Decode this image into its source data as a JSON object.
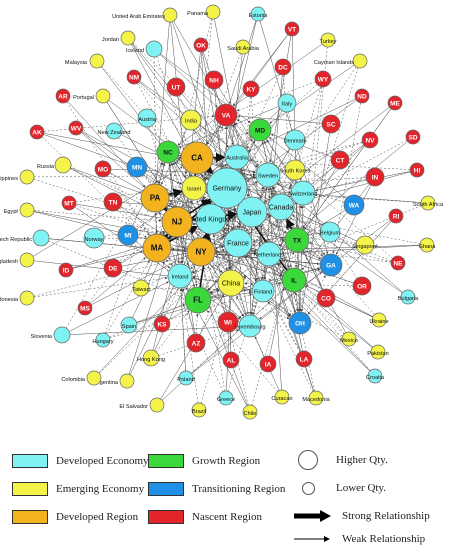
{
  "colors": {
    "developed_economy": "#7ff3f3",
    "emerging_economy": "#f3f34a",
    "developed_region": "#f2b31f",
    "growth_region": "#3ad83a",
    "transitioning_region": "#1e90e6",
    "nascent_region": "#e2242b"
  },
  "nodes": [
    {
      "label": "Germany",
      "group": "developed_economy"
    },
    {
      "label": "United Kingdom",
      "group": "developed_economy"
    },
    {
      "label": "Japan",
      "group": "developed_economy"
    },
    {
      "label": "France",
      "group": "developed_economy"
    },
    {
      "label": "Canada",
      "group": "developed_economy"
    },
    {
      "label": "Australia",
      "group": "developed_economy"
    },
    {
      "label": "Sweden",
      "group": "developed_economy"
    },
    {
      "label": "Switzerland",
      "group": "developed_economy"
    },
    {
      "label": "Netherlands",
      "group": "developed_economy"
    },
    {
      "label": "Ireland",
      "group": "developed_economy"
    },
    {
      "label": "Finland",
      "group": "developed_economy"
    },
    {
      "label": "Luxembourg",
      "group": "developed_economy"
    },
    {
      "label": "Belgium",
      "group": "developed_economy"
    },
    {
      "label": "Norway",
      "group": "developed_economy"
    },
    {
      "label": "Denmark",
      "group": "developed_economy"
    },
    {
      "label": "Italy",
      "group": "developed_economy"
    },
    {
      "label": "Austria",
      "group": "developed_economy"
    },
    {
      "label": "New Zealand",
      "group": "developed_economy"
    },
    {
      "label": "Czech Republic",
      "group": "developed_economy"
    },
    {
      "label": "Spain",
      "group": "developed_economy"
    },
    {
      "label": "Estonia",
      "group": "developed_economy"
    },
    {
      "label": "Iceland",
      "group": "developed_economy"
    },
    {
      "label": "Slovenia",
      "group": "developed_economy"
    },
    {
      "label": "Greece",
      "group": "developed_economy"
    },
    {
      "label": "Hungary",
      "group": "developed_economy"
    },
    {
      "label": "Poland",
      "group": "developed_economy"
    },
    {
      "label": "Bulgaria",
      "group": "developed_economy"
    },
    {
      "label": "Croatia",
      "group": "developed_economy"
    },
    {
      "label": "Israel",
      "group": "emerging_economy"
    },
    {
      "label": "China",
      "group": "emerging_economy"
    },
    {
      "label": "South Korea",
      "group": "emerging_economy"
    },
    {
      "label": "India",
      "group": "emerging_economy"
    },
    {
      "label": "Singapore",
      "group": "emerging_economy"
    },
    {
      "label": "Russia",
      "group": "emerging_economy"
    },
    {
      "label": "Taiwan",
      "group": "emerging_economy"
    },
    {
      "label": "Hong Kong",
      "group": "emerging_economy"
    },
    {
      "label": "Brazil",
      "group": "emerging_economy"
    },
    {
      "label": "Mexico",
      "group": "emerging_economy"
    },
    {
      "label": "Argentina",
      "group": "emerging_economy"
    },
    {
      "label": "South Africa",
      "group": "emerging_economy"
    },
    {
      "label": "Ghana",
      "group": "emerging_economy"
    },
    {
      "label": "Ukraine",
      "group": "emerging_economy"
    },
    {
      "label": "Pakistan",
      "group": "emerging_economy"
    },
    {
      "label": "Egypt",
      "group": "emerging_economy"
    },
    {
      "label": "Philippines",
      "group": "emerging_economy"
    },
    {
      "label": "Bangladesh",
      "group": "emerging_economy"
    },
    {
      "label": "Indonesia",
      "group": "emerging_economy"
    },
    {
      "label": "Colombia",
      "group": "emerging_economy"
    },
    {
      "label": "El Salvador",
      "group": "emerging_economy"
    },
    {
      "label": "Chile",
      "group": "emerging_economy"
    },
    {
      "label": "Curacao",
      "group": "emerging_economy"
    },
    {
      "label": "Macedonia",
      "group": "emerging_economy"
    },
    {
      "label": "Malaysia",
      "group": "emerging_economy"
    },
    {
      "label": "Portugal",
      "group": "emerging_economy"
    },
    {
      "label": "Jordan",
      "group": "emerging_economy"
    },
    {
      "label": "United Arab Emirates",
      "group": "emerging_economy"
    },
    {
      "label": "Panama",
      "group": "emerging_economy"
    },
    {
      "label": "Saudi Arabia",
      "group": "emerging_economy"
    },
    {
      "label": "Turkey",
      "group": "emerging_economy"
    },
    {
      "label": "Cayman Islands",
      "group": "emerging_economy"
    },
    {
      "label": "CA",
      "group": "developed_region"
    },
    {
      "label": "PA",
      "group": "developed_region"
    },
    {
      "label": "NJ",
      "group": "developed_region"
    },
    {
      "label": "MA",
      "group": "developed_region"
    },
    {
      "label": "NY",
      "group": "developed_region"
    },
    {
      "label": "NC",
      "group": "growth_region"
    },
    {
      "label": "MD",
      "group": "growth_region"
    },
    {
      "label": "TX",
      "group": "growth_region"
    },
    {
      "label": "IL",
      "group": "growth_region"
    },
    {
      "label": "FL",
      "group": "growth_region"
    },
    {
      "label": "MN",
      "group": "transitioning_region"
    },
    {
      "label": "MI",
      "group": "transitioning_region"
    },
    {
      "label": "WA",
      "group": "transitioning_region"
    },
    {
      "label": "GA",
      "group": "transitioning_region"
    },
    {
      "label": "OH",
      "group": "transitioning_region"
    },
    {
      "label": "VA",
      "group": "nascent_region"
    },
    {
      "label": "UT",
      "group": "nascent_region"
    },
    {
      "label": "NH",
      "group": "nascent_region"
    },
    {
      "label": "KY",
      "group": "nascent_region"
    },
    {
      "label": "DC",
      "group": "nascent_region"
    },
    {
      "label": "WY",
      "group": "nascent_region"
    },
    {
      "label": "ND",
      "group": "nascent_region"
    },
    {
      "label": "ME",
      "group": "nascent_region"
    },
    {
      "label": "SC",
      "group": "nascent_region"
    },
    {
      "label": "NV",
      "group": "nascent_region"
    },
    {
      "label": "SD",
      "group": "nascent_region"
    },
    {
      "label": "CT",
      "group": "nascent_region"
    },
    {
      "label": "HI",
      "group": "nascent_region"
    },
    {
      "label": "IN",
      "group": "nascent_region"
    },
    {
      "label": "RI",
      "group": "nascent_region"
    },
    {
      "label": "NE",
      "group": "nascent_region"
    },
    {
      "label": "OR",
      "group": "nascent_region"
    },
    {
      "label": "CO",
      "group": "nascent_region"
    },
    {
      "label": "LA",
      "group": "nascent_region"
    },
    {
      "label": "IA",
      "group": "nascent_region"
    },
    {
      "label": "AL",
      "group": "nascent_region"
    },
    {
      "label": "WI",
      "group": "nascent_region"
    },
    {
      "label": "AZ",
      "group": "nascent_region"
    },
    {
      "label": "KS",
      "group": "nascent_region"
    },
    {
      "label": "MS",
      "group": "nascent_region"
    },
    {
      "label": "ID",
      "group": "nascent_region"
    },
    {
      "label": "DE",
      "group": "nascent_region"
    },
    {
      "label": "TN",
      "group": "nascent_region"
    },
    {
      "label": "MT",
      "group": "nascent_region"
    },
    {
      "label": "MO",
      "group": "nascent_region"
    },
    {
      "label": "WV",
      "group": "nascent_region"
    },
    {
      "label": "AK",
      "group": "nascent_region"
    },
    {
      "label": "AR",
      "group": "nascent_region"
    },
    {
      "label": "NM",
      "group": "nascent_region"
    },
    {
      "label": "OK",
      "group": "nascent_region"
    },
    {
      "label": "VT",
      "group": "nascent_region"
    }
  ],
  "legend": {
    "categories": [
      {
        "key": "developed_economy",
        "label": "Developed Economy"
      },
      {
        "key": "emerging_economy",
        "label": "Emerging Economy"
      },
      {
        "key": "developed_region",
        "label": "Developed Region"
      },
      {
        "key": "growth_region",
        "label": "Growth Region"
      },
      {
        "key": "transitioning_region",
        "label": "Transitioning Region"
      },
      {
        "key": "nascent_region",
        "label": "Nascent Region"
      }
    ],
    "higher_qty": "Higher Qty.",
    "lower_qty": "Lower Qty.",
    "strong_relationship": "Strong Relationship",
    "weak_relationship": "Weak Relationship"
  }
}
